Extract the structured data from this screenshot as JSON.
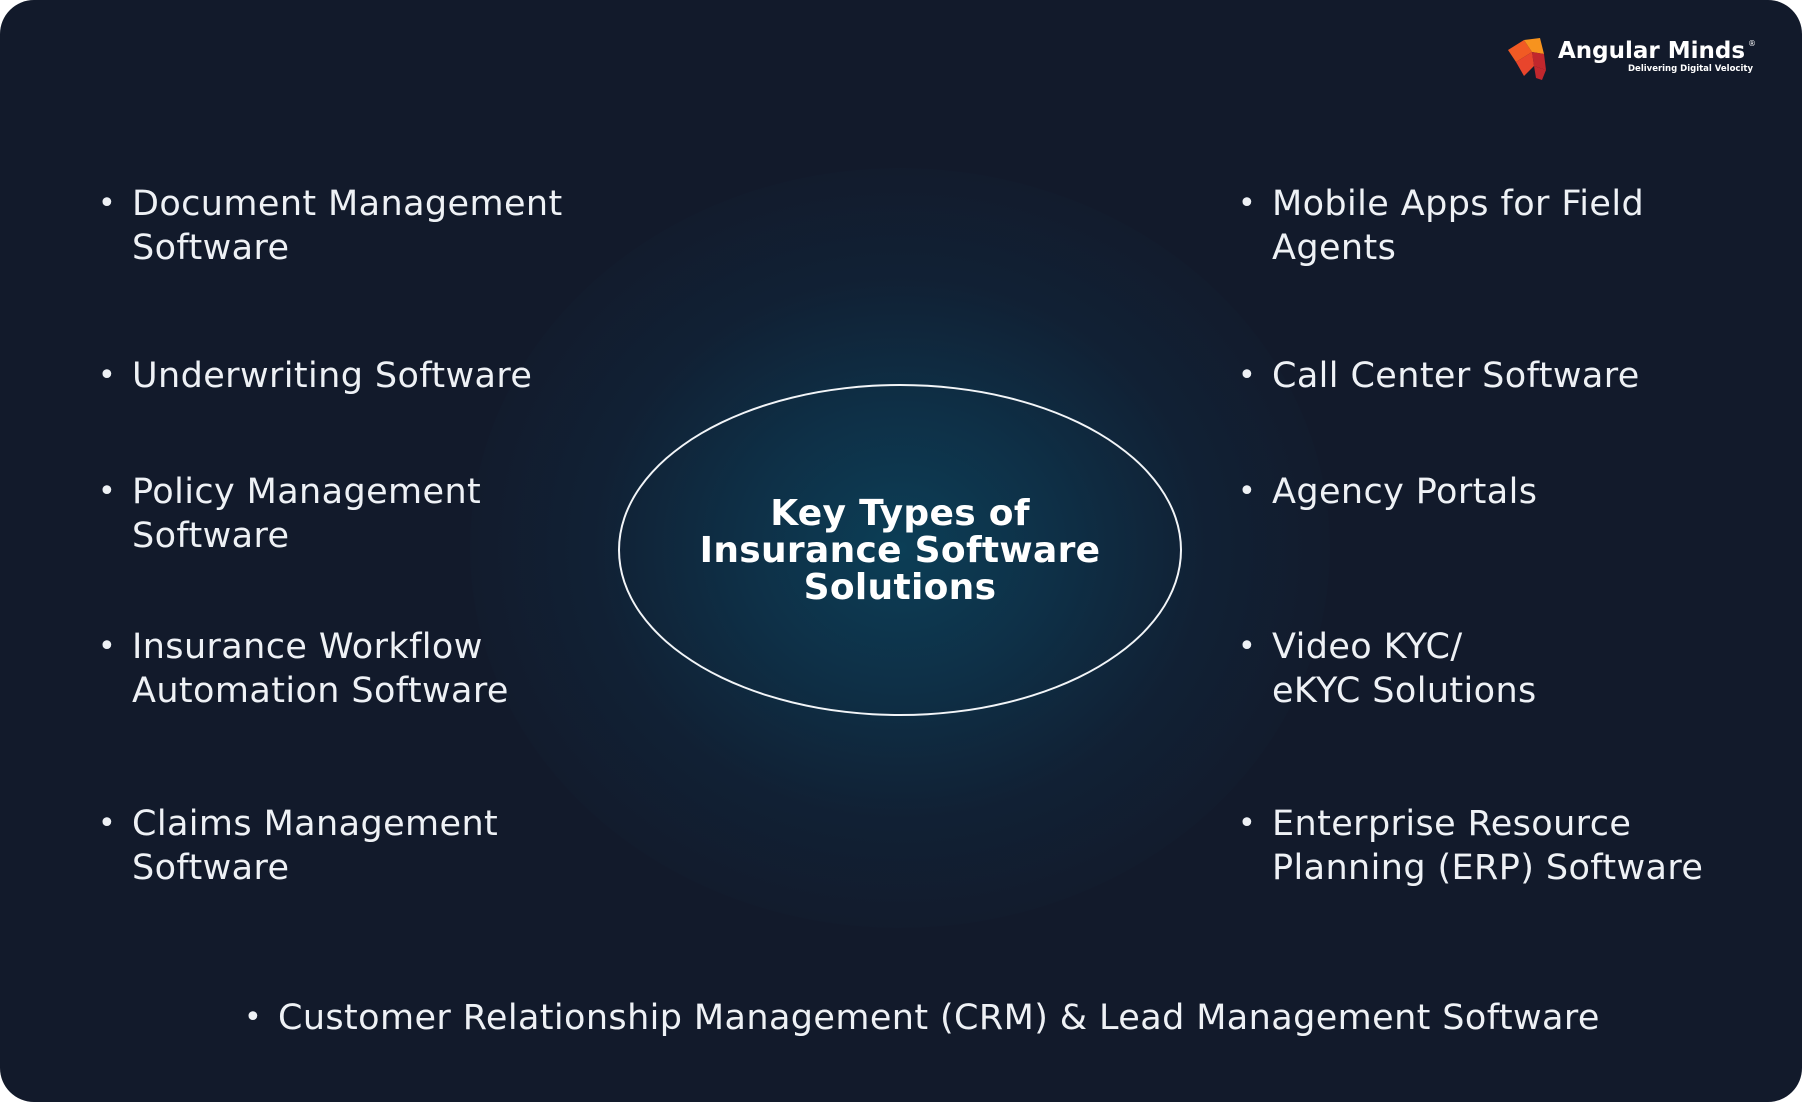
{
  "brand": {
    "name": "Angular Minds",
    "registered": "®",
    "tagline": "Delivering Digital Velocity",
    "colors": {
      "orange": "#f15a24",
      "red": "#c1272d",
      "light_orange": "#f7931e"
    }
  },
  "diagram": {
    "center_title": "Key Types of Insurance Software Solutions",
    "left_items": [
      "Document Management Software",
      "Underwriting Software",
      "Policy Management Software",
      "Insurance Workflow Automation Software",
      "Claims Management Software"
    ],
    "right_items": [
      "Mobile Apps for Field Agents",
      "Call Center Software",
      "Agency Portals",
      "Video KYC/ eKYC Solutions",
      "Enterprise Resource Planning (ERP) Software"
    ],
    "bottom_item": "Customer Relationship Management (CRM) & Lead Management Software",
    "bullet": "•"
  },
  "colors": {
    "background": "#121a2b",
    "glow": "#0c3e56",
    "text": "#ffffff"
  }
}
